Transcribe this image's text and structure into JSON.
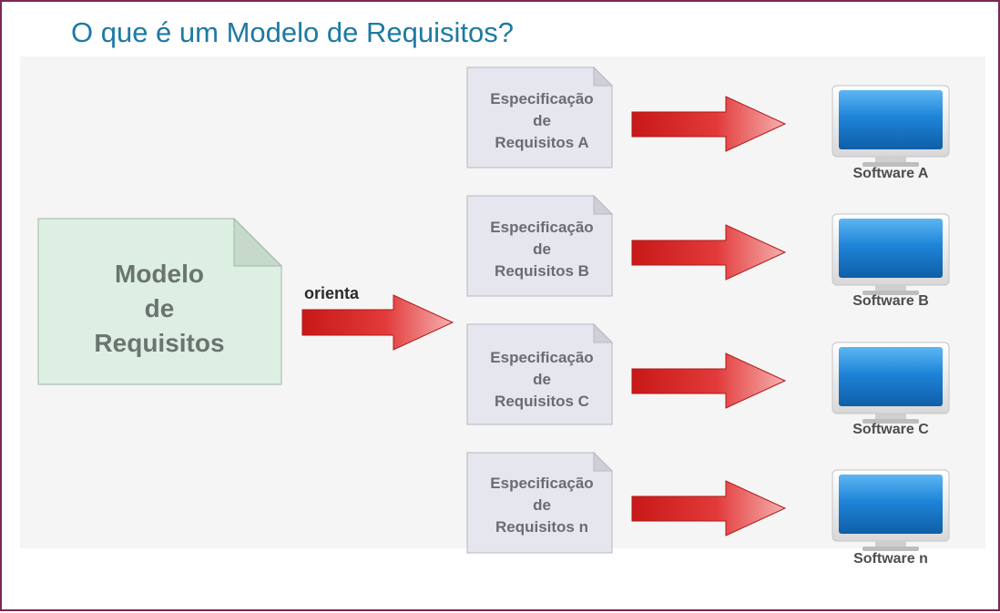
{
  "title": "O que é um Modelo de Requisitos?",
  "model": {
    "lines": [
      "Modelo",
      "de",
      "Requisitos"
    ]
  },
  "relation_label": "orienta",
  "specs": [
    {
      "lines": [
        "Especificação",
        "de",
        "Requisitos A"
      ],
      "software": "Software A"
    },
    {
      "lines": [
        "Especificação",
        "de",
        "Requisitos B"
      ],
      "software": "Software B"
    },
    {
      "lines": [
        "Especificação",
        "de",
        "Requisitos C"
      ],
      "software": "Software C"
    },
    {
      "lines": [
        "Especificação",
        "de",
        "Requisitos n"
      ],
      "software": "Software n"
    }
  ],
  "colors": {
    "title": "#1d7aa3",
    "arrow_red": "#d42020",
    "model_doc": "#ddeee2",
    "spec_doc": "#e6e6ee",
    "monitor_screen": "#1a78c8",
    "frame_border": "#7a2a52"
  },
  "icons": {
    "document": "document-icon",
    "arrow": "arrow-right-icon",
    "monitor": "monitor-icon"
  }
}
